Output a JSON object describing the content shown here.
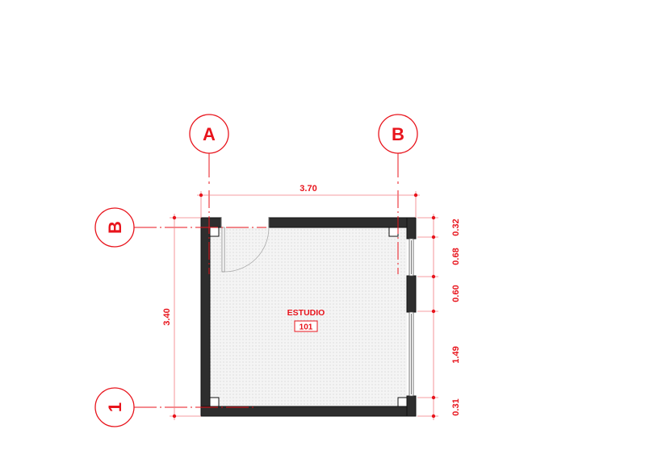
{
  "drawing": {
    "type": "floor-plan",
    "accent_color": "#e8141c",
    "wall_color": "#2e2e2e"
  },
  "grid_axes": {
    "vertical": [
      {
        "label": "A"
      },
      {
        "label": "B"
      }
    ],
    "horizontal": [
      {
        "label": "B"
      },
      {
        "label": "1"
      }
    ]
  },
  "dimensions": {
    "top": {
      "value": "3.70"
    },
    "left": {
      "value": "3.40"
    },
    "right": [
      {
        "value": "0.32"
      },
      {
        "value": "0.68"
      },
      {
        "value": "0.60"
      },
      {
        "value": "1.49"
      },
      {
        "value": "0.31"
      }
    ]
  },
  "room": {
    "name": "ESTUDIO",
    "number": "101"
  }
}
